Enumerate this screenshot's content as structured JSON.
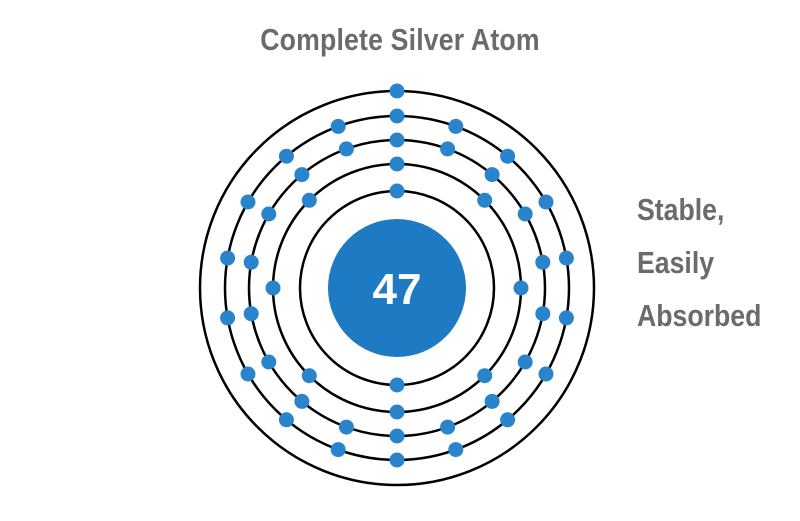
{
  "title": "Complete Silver Atom",
  "nucleus": {
    "label": "47",
    "color": "#1e7ac2"
  },
  "electron_color": "#2a84cc",
  "shell_color": "#000000",
  "shells": [
    {
      "name": "shell-1",
      "electrons": 2
    },
    {
      "name": "shell-2",
      "electrons": 8
    },
    {
      "name": "shell-3",
      "electrons": 18
    },
    {
      "name": "shell-4",
      "electrons": 18
    },
    {
      "name": "shell-5",
      "electrons": 1
    }
  ],
  "caption": {
    "line1": "Stable,",
    "line2": "Easily",
    "line3": "Absorbed"
  }
}
